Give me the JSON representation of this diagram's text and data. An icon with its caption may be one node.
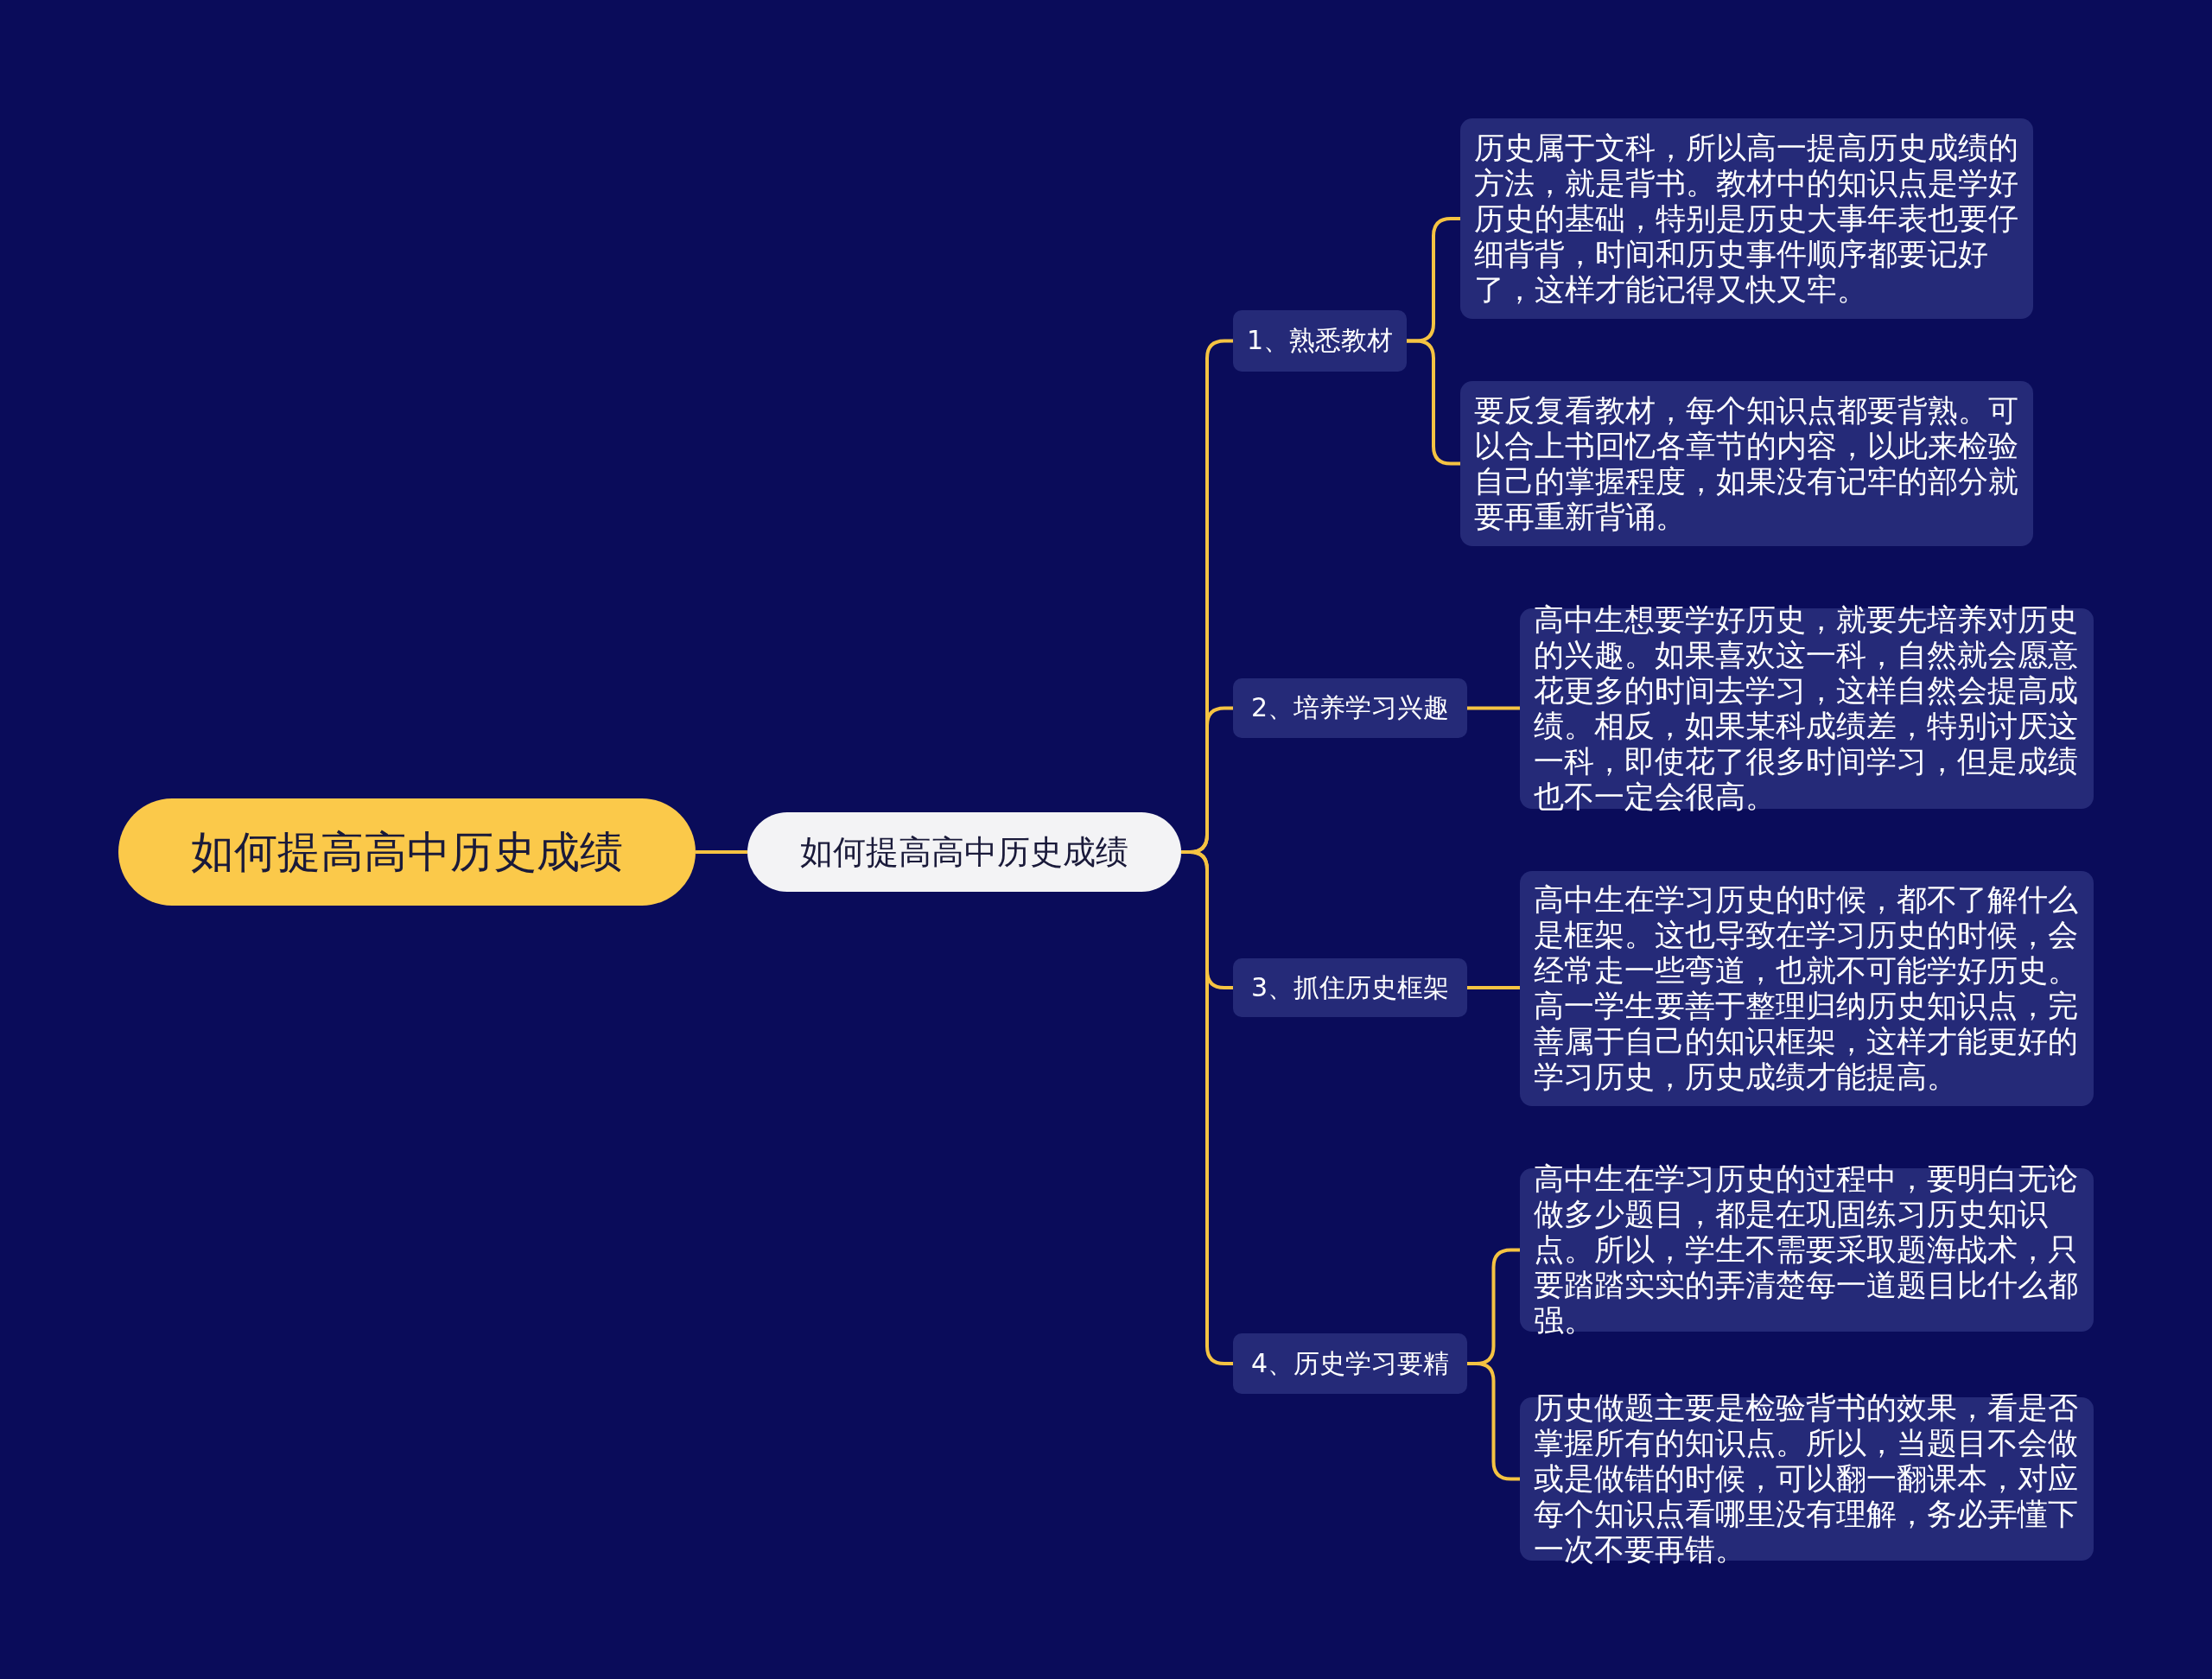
{
  "diagram": {
    "nodes": [
      {
        "text": [
          "如何提高高中历史成绩"
        ]
      },
      {
        "text": [
          "如何提高高中历史成绩"
        ]
      },
      {
        "text": [
          "1、熟悉教材"
        ]
      },
      {
        "text": [
          "历史属于文科，所以高一提高历史成绩的方法，就是背书。教材中的知识点是学好历史的基础，特别是历史大事年表也要仔细背背，时间和历史事件顺序都要记好了，这样才能记得又快又牢。"
        ]
      },
      {
        "text": [
          "要反复看教材，每个知识点都要背熟。可以合上书回忆各章节的内容，以此来检验自己的掌握程度，如果没有记牢的部分就要再重新背诵。"
        ]
      },
      {
        "text": [
          "2、培养学习兴趣"
        ]
      },
      {
        "text": [
          "高中生想要学好历史，就要先培养对历史的兴趣。如果喜欢这一科，自然就会愿意花更多的时间去学习，这样自然会提高成绩。相反，如果某科成绩差，特别讨厌这一科，即使花了很多时间学习，但是成绩也不一定会很高。"
        ]
      },
      {
        "text": [
          "3、抓住历史框架"
        ]
      },
      {
        "text": [
          "高中生在学习历史的时候，都不了解什么是框架。这也导致在学习历史的时候，会经常走一些弯道，也就不可能学好历史。高一学生要善于整理归纳历史知识点，完善属于自己的知识框架，这样才能更好的学习历史，历史成绩才能提高。"
        ]
      },
      {
        "text": [
          "4、历史学习要精"
        ]
      },
      {
        "text": [
          "高中生在学习历史的过程中，要明白无论做多少题目，都是在巩固练习历史知识点。所以，学生不需要采取题海战术，只要踏踏实实的弄清楚每一道题目比什么都强。"
        ]
      },
      {
        "text": [
          "历史做题主要是检验背书的效果，看是否掌握所有的知识点。所以，当题目不会做或是做错的时候，可以翻一翻课本，对应每个知识点看哪里没有理解，务必弄懂下一次不要再错。"
        ]
      }
    ],
    "edges": [
      {
        "from": 0,
        "to": 1,
        "arrow": "none"
      },
      {
        "from": 1,
        "to": 2,
        "arrow": "none"
      },
      {
        "from": 1,
        "to": 5,
        "arrow": "none"
      },
      {
        "from": 1,
        "to": 7,
        "arrow": "none"
      },
      {
        "from": 1,
        "to": 9,
        "arrow": "none"
      },
      {
        "from": 2,
        "to": 3,
        "arrow": "none"
      },
      {
        "from": 2,
        "to": 4,
        "arrow": "none"
      },
      {
        "from": 5,
        "to": 6,
        "arrow": "none"
      },
      {
        "from": 7,
        "to": 8,
        "arrow": "none"
      },
      {
        "from": 9,
        "to": 10,
        "arrow": "none"
      },
      {
        "from": 9,
        "to": 11,
        "arrow": "none"
      }
    ]
  }
}
